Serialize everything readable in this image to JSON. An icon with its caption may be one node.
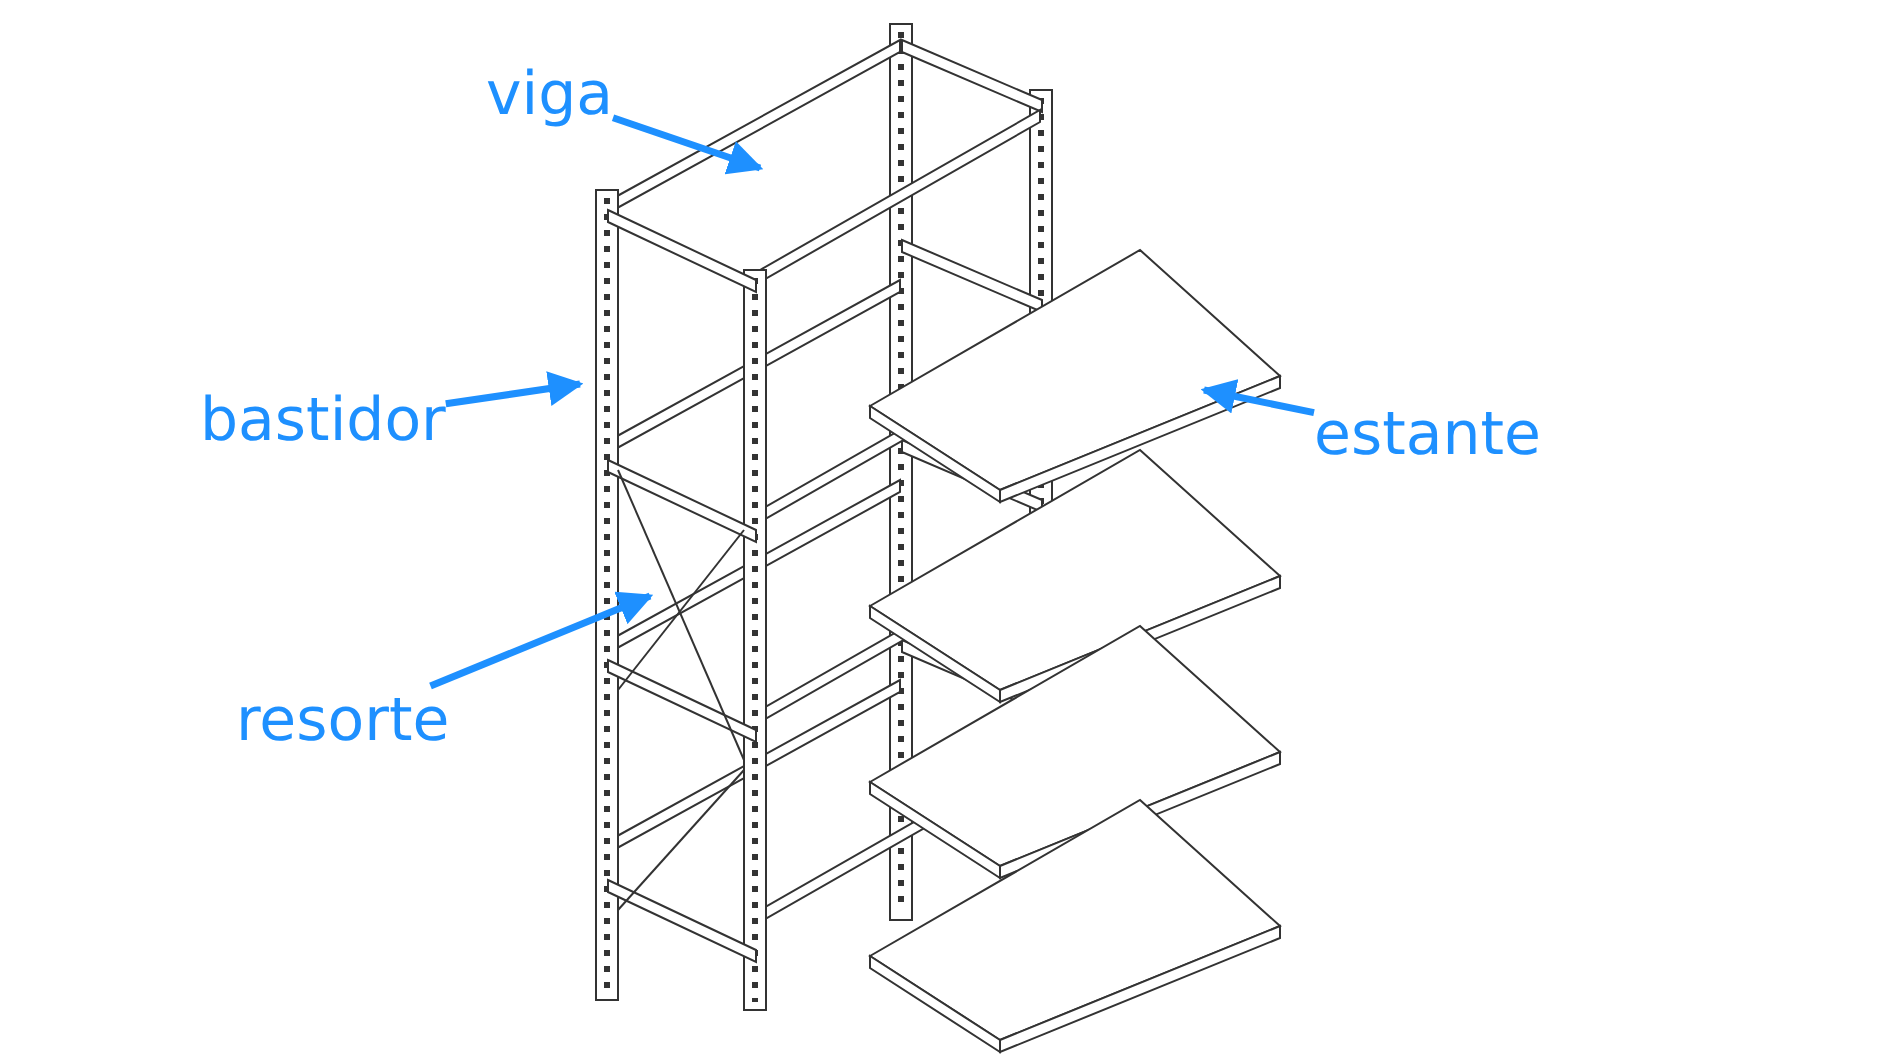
{
  "diagram": {
    "nodes": [
      {
        "text": [
          "viga"
        ]
      },
      {
        "text": [
          "bastidor"
        ]
      },
      {
        "text": [
          "resorte"
        ]
      },
      {
        "text": [
          "estante"
        ]
      }
    ],
    "edges": [
      {
        "from": 0,
        "to": null,
        "arrow": "to"
      },
      {
        "from": 1,
        "to": null,
        "arrow": "to"
      },
      {
        "from": 2,
        "to": null,
        "arrow": "to"
      },
      {
        "from": 3,
        "to": null,
        "arrow": "to"
      }
    ]
  }
}
